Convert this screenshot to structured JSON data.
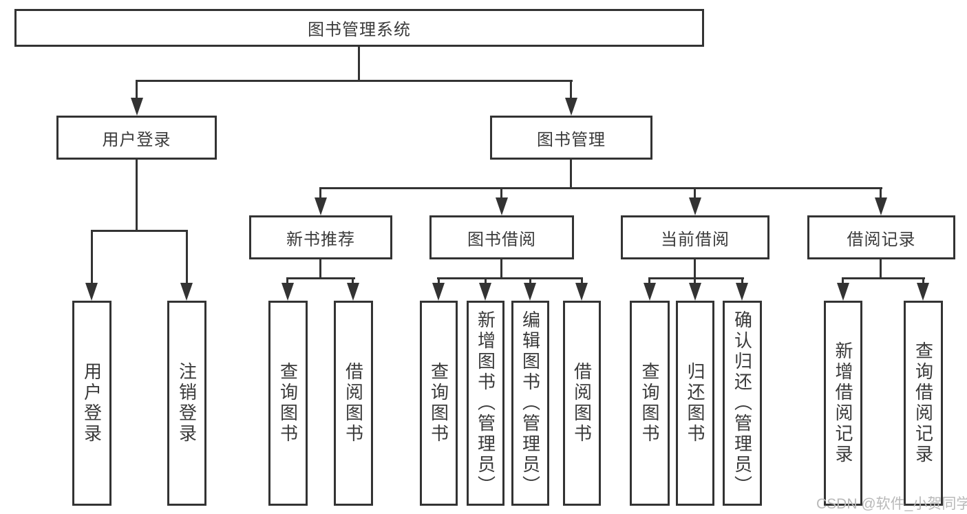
{
  "diagram": {
    "root": {
      "label": "图书管理系统"
    },
    "level2": {
      "user_login": {
        "label": "用户登录"
      },
      "book_management": {
        "label": "图书管理"
      }
    },
    "level3": {
      "new_book_recommend": {
        "label": "新书推荐"
      },
      "book_borrow": {
        "label": "图书借阅"
      },
      "current_borrow": {
        "label": "当前借阅"
      },
      "borrow_records": {
        "label": "借阅记录"
      }
    },
    "leaves": {
      "user_login_leaf": {
        "label": "用户登录"
      },
      "logout": {
        "label": "注销登录"
      },
      "recommend_query_book": {
        "label": "查询图书"
      },
      "recommend_borrow_book": {
        "label": "借阅图书"
      },
      "borrow_query_book": {
        "label": "查询图书"
      },
      "borrow_add_book": {
        "label": "新增图书（管理员）"
      },
      "borrow_edit_book": {
        "label": "编辑图书（管理员）"
      },
      "borrow_borrow_book": {
        "label": "借阅图书"
      },
      "current_query_book": {
        "label": "查询图书"
      },
      "current_return_book": {
        "label": "归还图书"
      },
      "current_confirm_return": {
        "label": "确认归还（管理员）"
      },
      "records_add_record": {
        "label": "新增借阅记录"
      },
      "records_query_record": {
        "label": "查询借阅记录"
      }
    },
    "watermark": {
      "text": "CSDN @软件_小贺同学"
    },
    "colors": {
      "line": "#333333",
      "text": "#3a3a3a",
      "background": "#ffffff",
      "watermark": "#b9b9b9"
    }
  }
}
